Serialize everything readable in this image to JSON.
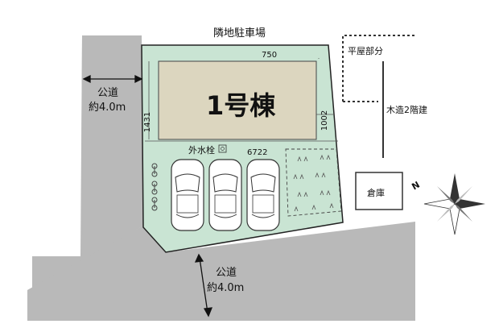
{
  "plan": {
    "neighbor_parking": "隣地駐車場",
    "building": "1号棟",
    "road_west": {
      "line1": "公道",
      "line2": "約4.0m"
    },
    "road_south": {
      "line1": "公道",
      "line2": "約4.0m"
    },
    "dim_top": "750",
    "dim_left": "1431",
    "dim_right": "1002",
    "dim_bottom": "6722",
    "water_tap": "外水栓",
    "single_story": "平屋部分",
    "wooden_two_story": "木造2階建",
    "storehouse": "倉庫",
    "north_mark": "N"
  },
  "colors": {
    "road": "#b9b9b9",
    "lot": "#c9e4d3",
    "building": "#dcd6bf",
    "line": "#222222"
  }
}
